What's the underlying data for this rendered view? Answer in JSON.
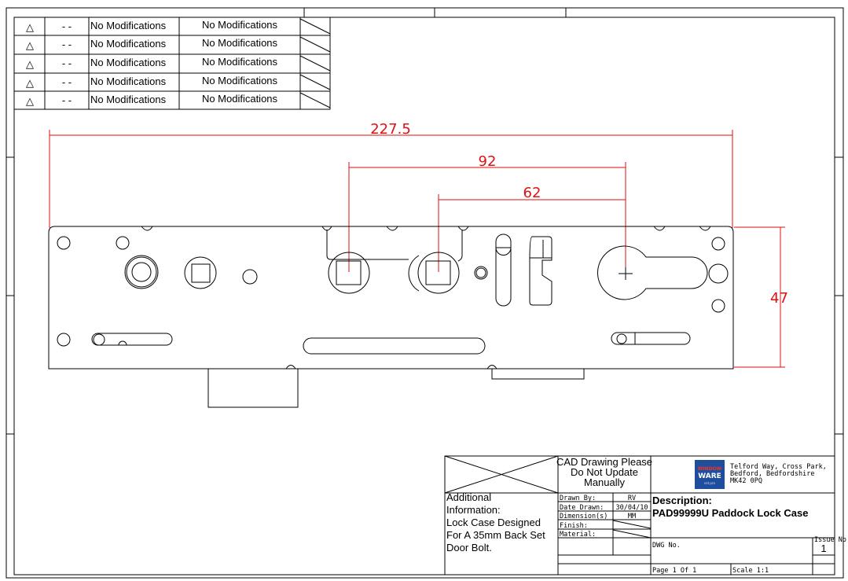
{
  "revisions": [
    {
      "mark": "△",
      "rev": "- -",
      "col1": "No Modifications",
      "col2": "No Modifications"
    },
    {
      "mark": "△",
      "rev": "- -",
      "col1": "No Modifications",
      "col2": "No Modifications"
    },
    {
      "mark": "△",
      "rev": "- -",
      "col1": "No Modifications",
      "col2": "No Modifications"
    },
    {
      "mark": "△",
      "rev": "- -",
      "col1": "No Modifications",
      "col2": "No Modifications"
    },
    {
      "mark": "△",
      "rev": "- -",
      "col1": "No Modifications",
      "col2": "No Modifications"
    }
  ],
  "dimensions": {
    "overall_length": "227.5",
    "spacing_a": "92",
    "spacing_b": "62",
    "height": "47"
  },
  "title_block": {
    "notice": [
      "CAD Drawing Please",
      "Do Not Update",
      "Manually"
    ],
    "logo": {
      "line1": "WINDOW",
      "line2": "WARE",
      "line3": "est.pro",
      "color": "#1f4e9c"
    },
    "address": [
      "Telford Way, Cross Park,",
      "Bedford, Bedfordshire",
      "MK42 0PQ"
    ],
    "additional_info": [
      "Additional",
      "Information:",
      "Lock Case Designed",
      "For A 35mm Back Set",
      "Door Bolt."
    ],
    "drawn_by_label": "Drawn By:",
    "drawn_by": "RV",
    "date_label": "Date Drawn:",
    "date": "30/04/10",
    "dimensions_label": "Dimension(s)",
    "dimensions_value": "MM",
    "finish_label": "Finish:",
    "material_label": "Material:",
    "description_label": "Description:",
    "description": "PAD99999U Paddock Lock Case",
    "dwg_no_label": "DWG No.",
    "issue_label": "Issue No.",
    "issue": "1",
    "page": "Page 1 Of 1",
    "scale": "Scale 1:1"
  }
}
